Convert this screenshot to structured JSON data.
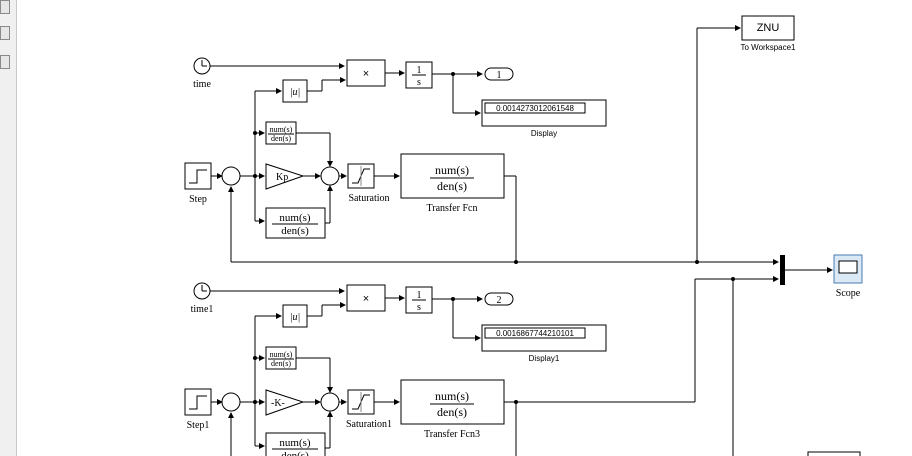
{
  "toolbar": {
    "buttons": [
      "sidebar-button-1",
      "sidebar-button-2",
      "sidebar-button-3"
    ]
  },
  "workspace": {
    "name": "ZNU",
    "caption": "To Workspace1"
  },
  "scope": {
    "label": "Scope"
  },
  "upper": {
    "clock_label": "time",
    "product_symbol": "×",
    "abs_label": "|u|",
    "integrator_num": "1",
    "integrator_den": "s",
    "outport_number": "1",
    "display_value": "0.0014273012061548",
    "display_label": "Display",
    "step_label": "Step",
    "gain_text": "Kp",
    "tf_num": "num(s)",
    "tf_den": "den(s)",
    "saturation_label": "Saturation",
    "transfer_label": "Transfer Fcn"
  },
  "lower": {
    "clock_label": "time1",
    "product_symbol": "×",
    "abs_label": "|u|",
    "integrator_num": "1",
    "integrator_den": "s",
    "outport_number": "2",
    "display_value": "0.0016867744210101",
    "display_label": "Display1",
    "step_label": "Step1",
    "gain_text": "-K-",
    "tf_num": "num(s)",
    "tf_den": "den(s)",
    "saturation_label": "Saturation1",
    "transfer_label": "Transfer Fcn3"
  }
}
